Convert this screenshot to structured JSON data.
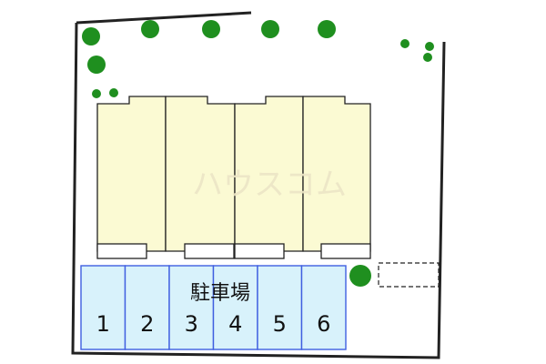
{
  "watermark": "ハウスコム",
  "parking": {
    "label": "駐車場",
    "spaces": [
      "1",
      "2",
      "3",
      "4",
      "5",
      "6"
    ]
  },
  "colors": {
    "building_fill": "#fbfad3",
    "parking_fill": "#d8f2fb",
    "parking_stroke": "#3f5fe0",
    "tree": "#1f8f1f",
    "outline": "#222222",
    "watermark": "#ece6c6"
  }
}
